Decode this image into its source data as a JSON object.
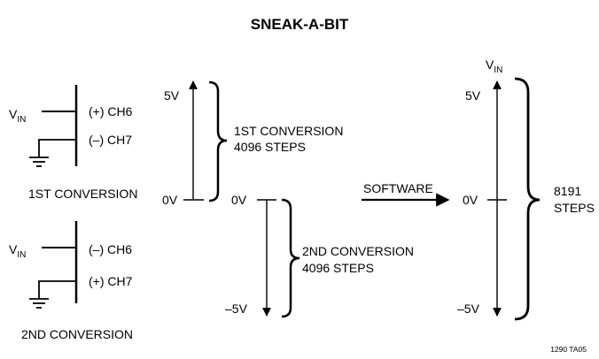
{
  "title": "SNEAK-A-BIT",
  "first_input": {
    "vin_label": "V",
    "vin_subscript": "IN",
    "pin_top": "(+) CH6",
    "pin_bottom": "(–) CH7",
    "caption": "1ST CONVERSION"
  },
  "second_input": {
    "vin_label": "V",
    "vin_subscript": "IN",
    "pin_top": "(–) CH6",
    "pin_bottom": "(+) CH7",
    "caption": "2ND CONVERSION"
  },
  "first_range": {
    "top_label": "5V",
    "bottom_label": "0V",
    "description_line1": "1ST CONVERSION",
    "description_line2": "4096 STEPS"
  },
  "second_range": {
    "top_label": "0V",
    "bottom_label": "–5V",
    "description_line1": "2ND CONVERSION",
    "description_line2": "4096 STEPS"
  },
  "software_label": "SOFTWARE",
  "combined_range": {
    "vin_label": "V",
    "vin_subscript": "IN",
    "top_label": "5V",
    "mid_label": "0V",
    "bottom_label": "–5V",
    "steps_line1": "8191",
    "steps_line2": "STEPS"
  },
  "figure_code": "1290 TA05"
}
